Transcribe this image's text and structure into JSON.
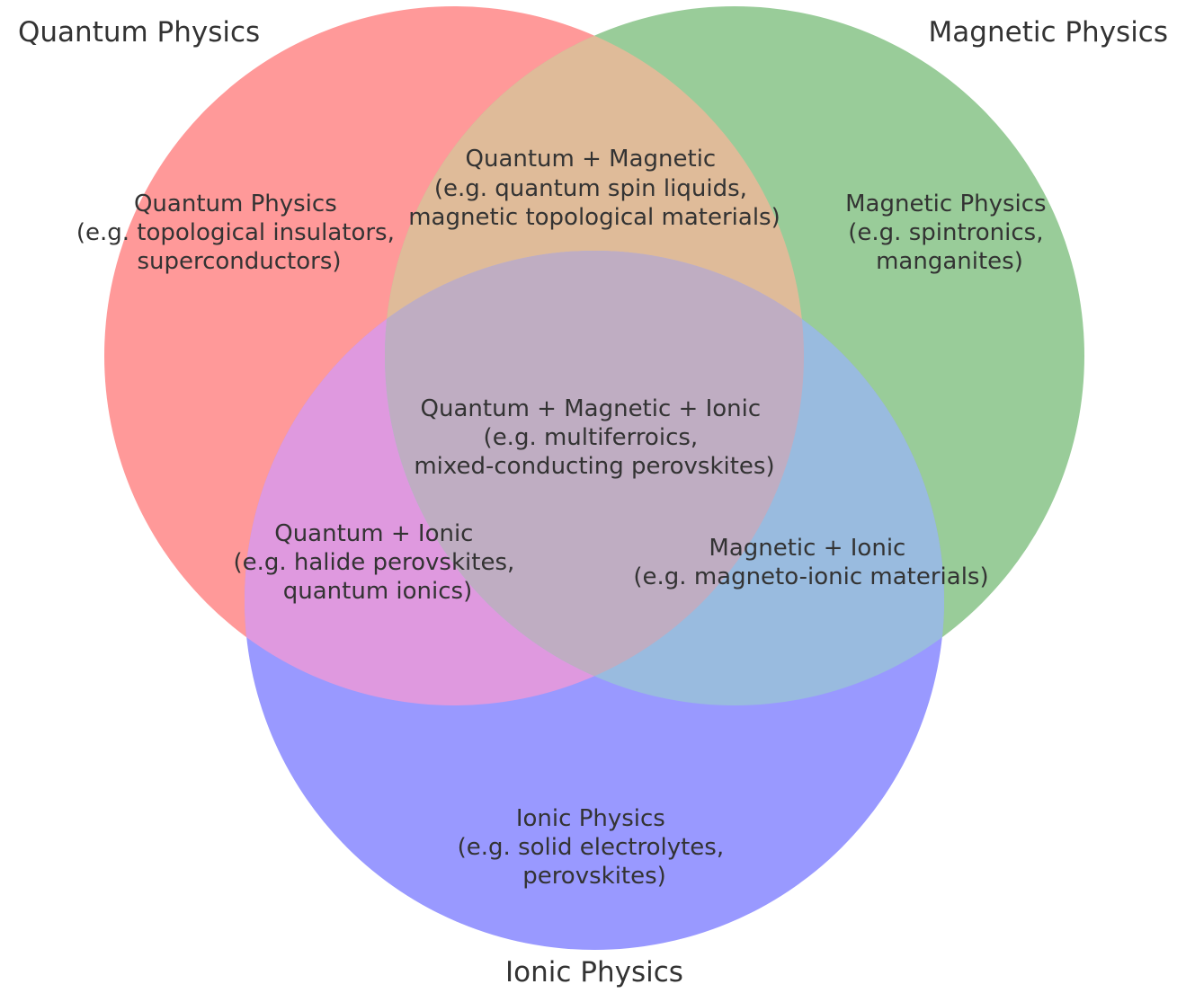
{
  "sets": [
    {
      "key": "quantum",
      "title": "Quantum Physics",
      "color": "#ff9999"
    },
    {
      "key": "magnetic",
      "title": "Magnetic Physics",
      "color": "#99cc99"
    },
    {
      "key": "ionic",
      "title": "Ionic Physics",
      "color": "#9999ff"
    }
  ],
  "intersection_colors": {
    "quantum_magnetic": "#dfbb99",
    "quantum_ionic": "#df99df",
    "magnetic_ionic": "#99bbdf",
    "all_three": "#bfadc2"
  },
  "regions": {
    "quantum_only": [
      "Quantum Physics",
      "(e.g. topological insulators,",
      "superconductors)"
    ],
    "magnetic_only": [
      "Magnetic Physics",
      "(e.g. spintronics,",
      "manganites)"
    ],
    "ionic_only": [
      "Ionic Physics",
      "(e.g. solid electrolytes,",
      "perovskites)"
    ],
    "quantum_magnetic": [
      "Quantum + Magnetic",
      "(e.g. quantum spin liquids,",
      "magnetic topological materials)"
    ],
    "quantum_ionic": [
      "Quantum + Ionic",
      "(e.g. halide perovskites,",
      "quantum ionics)"
    ],
    "magnetic_ionic": [
      "Magnetic + Ionic",
      "(e.g. magneto-ionic materials)"
    ],
    "all_three": [
      "Quantum + Magnetic + Ionic",
      "(e.g. multiferroics,",
      "mixed-conducting perovskites)"
    ]
  }
}
